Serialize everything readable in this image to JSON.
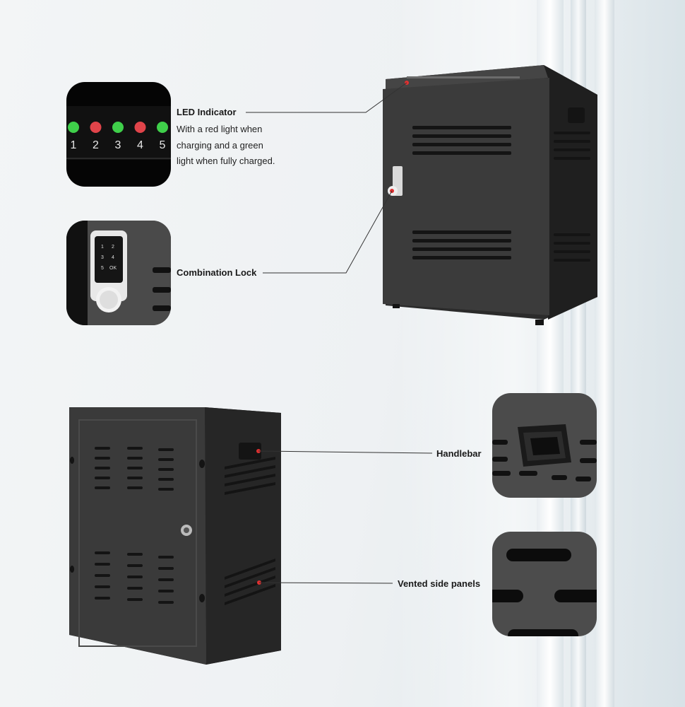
{
  "callouts": {
    "led": {
      "title": "LED Indicator",
      "description": [
        "With a red light when",
        "charging and a green",
        "light when fully charged."
      ],
      "slots": [
        {
          "number": "1",
          "color": "#3fcf4a"
        },
        {
          "number": "2",
          "color": "#e0444a"
        },
        {
          "number": "3",
          "color": "#3fcf4a"
        },
        {
          "number": "4",
          "color": "#e0444a"
        },
        {
          "number": "5",
          "color": "#3fcf4a"
        }
      ]
    },
    "lock": {
      "title": "Combination Lock",
      "keys": [
        "1",
        "2",
        "3",
        "4",
        "5",
        "OK"
      ]
    },
    "handle": {
      "title": "Handlebar"
    },
    "vents": {
      "title": "Vented side panels"
    }
  },
  "colors": {
    "cabinet": "#3a3a3a",
    "cabinet_dark": "#2a2a2a",
    "accent_dot": "#e03030",
    "line": "#333333"
  }
}
